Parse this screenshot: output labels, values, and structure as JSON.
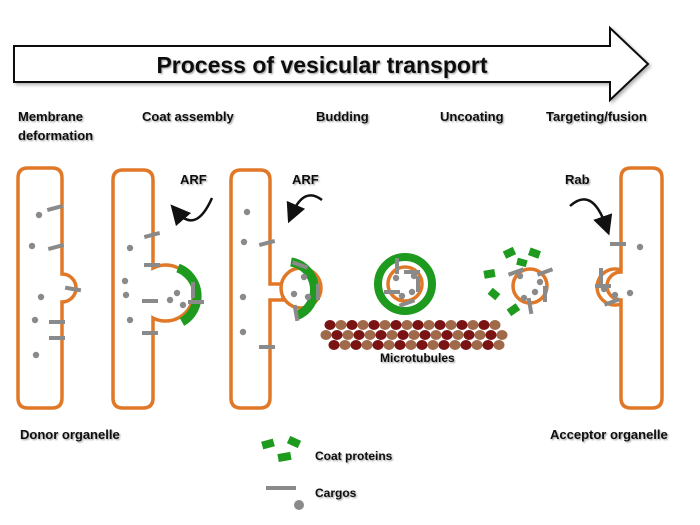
{
  "title": "Process of vesicular transport",
  "stages": [
    {
      "line1": "Membrane",
      "line2": "deformation"
    },
    {
      "line1": "Coat assembly",
      "line2": ""
    },
    {
      "line1": "Budding",
      "line2": ""
    },
    {
      "line1": "Uncoating",
      "line2": ""
    },
    {
      "line1": "Targeting/fusion",
      "line2": ""
    }
  ],
  "factors": {
    "arf_1": "ARF",
    "arf_2": "ARF",
    "rab": "Rab"
  },
  "microtubules_label": "Microtubules",
  "donor_label": "Donor organelle",
  "acceptor_label": "Acceptor organelle",
  "legend": {
    "coat_proteins": "Coat proteins",
    "cargos": "Cargos"
  },
  "colors": {
    "membrane": "#E07828",
    "coat": "#1E9A1E",
    "cargo": "#8A8A8A",
    "microtubule_dark": "#7A1414",
    "microtubule_light": "#A0694A"
  }
}
